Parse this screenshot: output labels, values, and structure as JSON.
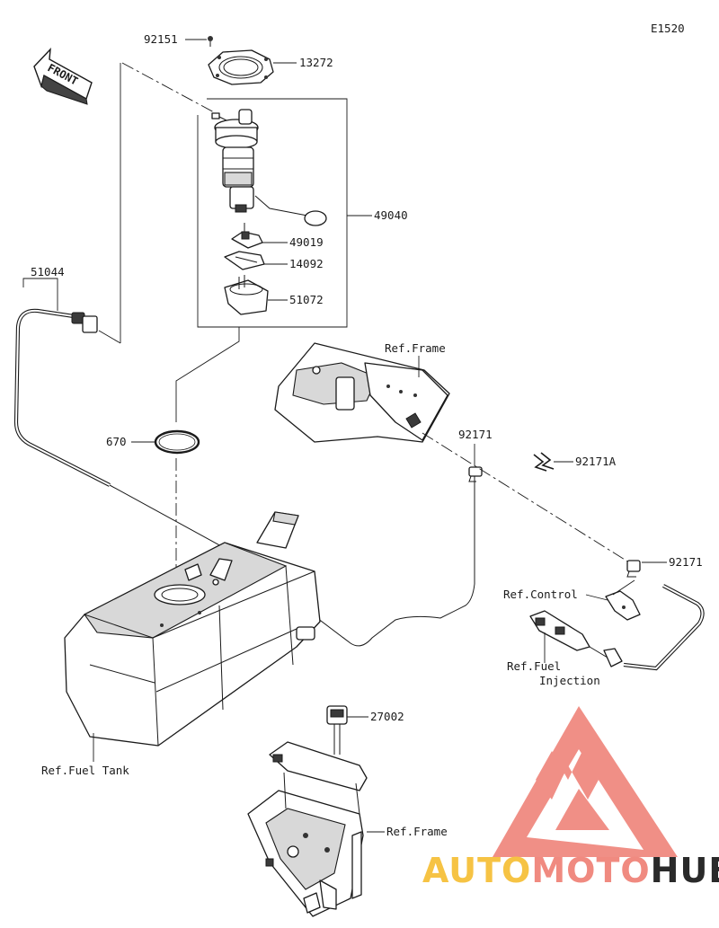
{
  "diagram": {
    "code": "E1520",
    "front_label": "FRONT",
    "callouts": {
      "p92151": "92151",
      "p13272": "13272",
      "p49040": "49040",
      "p49019": "49019",
      "p14092": "14092",
      "p51072": "51072",
      "p51044": "51044",
      "p670": "670",
      "p92171_upper": "92171",
      "p92171A": "92171A",
      "p92171_lower": "92171",
      "p27002": "27002"
    },
    "references": {
      "frame_upper": "Ref.Frame",
      "control": "Ref.Control",
      "fuel_injection_line1": "Ref.Fuel",
      "fuel_injection_line2": "Injection",
      "fuel_tank": "Ref.Fuel Tank",
      "frame_lower": "Ref.Frame"
    }
  },
  "watermark": {
    "word_auto": "AUTO",
    "word_moto": "MOTO",
    "word_hub": "HUB",
    "colors": {
      "logo": "#f08a80",
      "auto": "#f6c344",
      "moto": "#f08a80",
      "hub": "#2a2a2a"
    }
  }
}
